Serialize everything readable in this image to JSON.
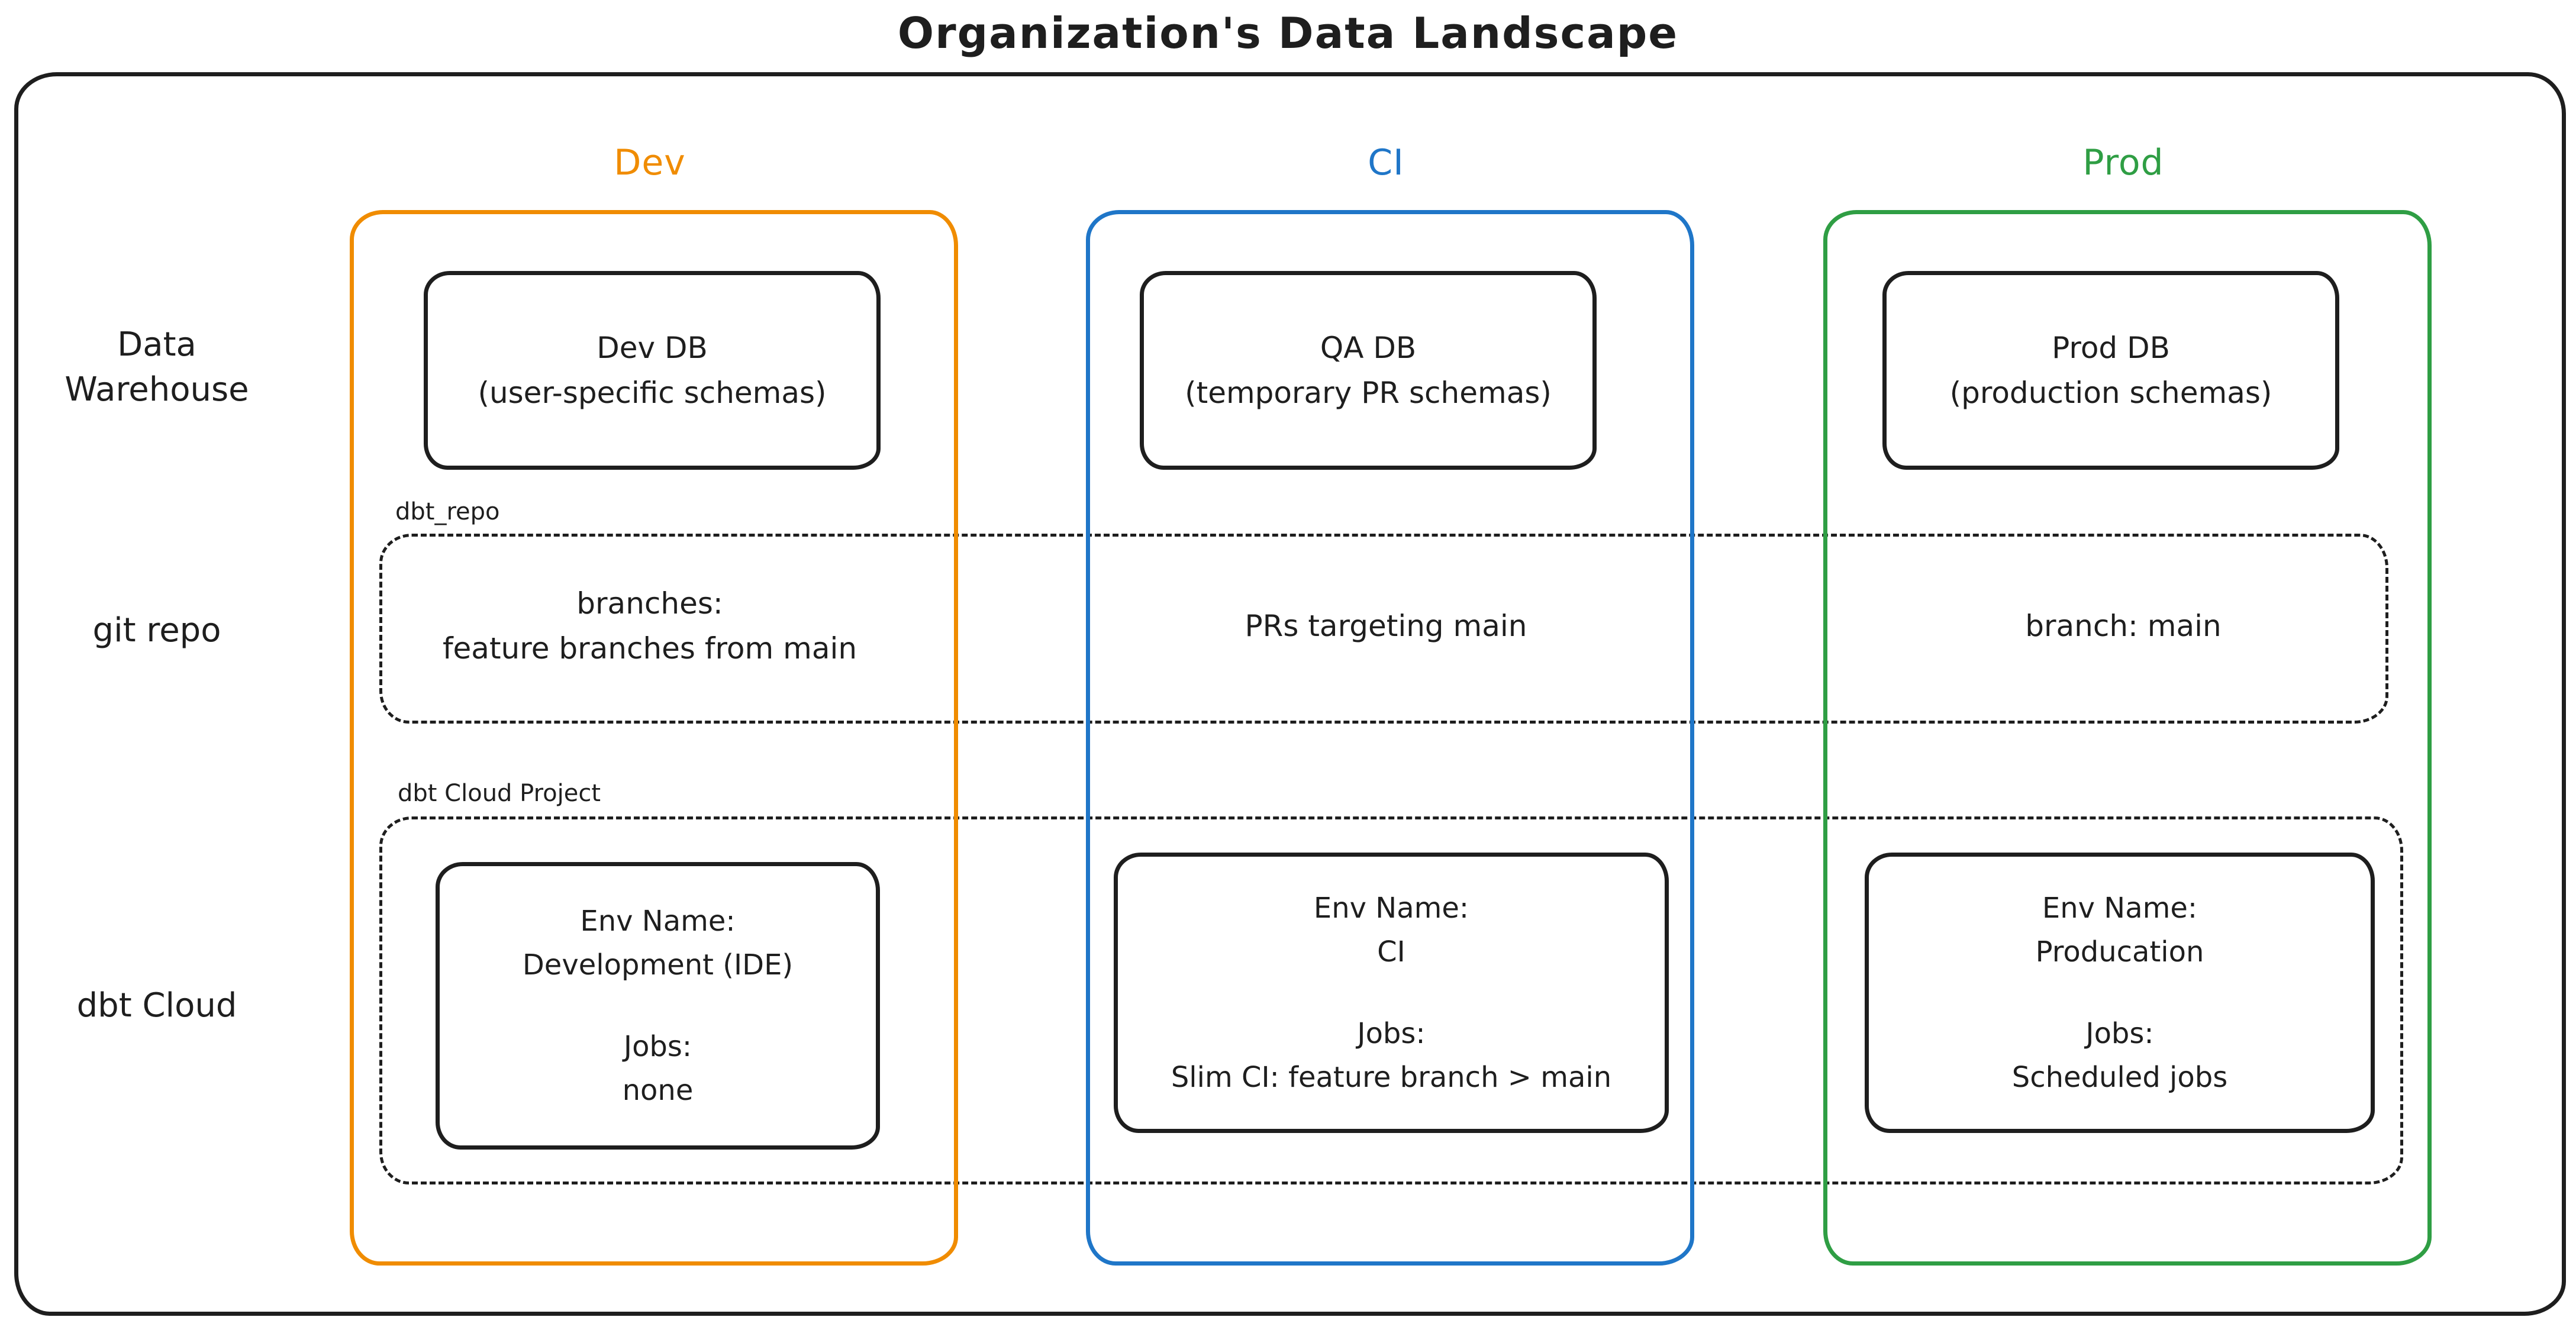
{
  "title": "Organization's Data Landscape",
  "colors": {
    "dev": "#f08c00",
    "ci": "#1f76c8",
    "prod": "#2f9e44",
    "stroke": "#1e1e1e"
  },
  "columns": [
    {
      "id": "dev",
      "label": "Dev"
    },
    {
      "id": "ci",
      "label": "CI"
    },
    {
      "id": "prod",
      "label": "Prod"
    }
  ],
  "rows": [
    {
      "id": "data-warehouse",
      "label": "Data Warehouse"
    },
    {
      "id": "git-repo",
      "label": "git repo"
    },
    {
      "id": "dbt-cloud",
      "label": "dbt Cloud"
    }
  ],
  "warehouse_boxes": [
    {
      "column": "Dev",
      "line1": "Dev DB",
      "line2": "(user-specific schemas)"
    },
    {
      "column": "CI",
      "line1": "QA DB",
      "line2": "(temporary PR schemas)"
    },
    {
      "column": "Prod",
      "line1": "Prod DB",
      "line2": "(production schemas)"
    }
  ],
  "git_repo_group": {
    "label": "dbt_repo",
    "cells": [
      {
        "column": "Dev",
        "lines": [
          "branches:",
          "feature branches from main"
        ]
      },
      {
        "column": "CI",
        "lines": [
          "PRs targeting main"
        ]
      },
      {
        "column": "Prod",
        "lines": [
          "branch: main"
        ]
      }
    ]
  },
  "dbt_cloud_group": {
    "label": "dbt Cloud Project",
    "envs": [
      {
        "column": "Dev",
        "env_label": "Env Name:",
        "env_name": "Development (IDE)",
        "jobs_label": "Jobs:",
        "jobs": "none"
      },
      {
        "column": "CI",
        "env_label": "Env Name:",
        "env_name": "CI",
        "jobs_label": "Jobs:",
        "jobs": "Slim CI: feature branch > main"
      },
      {
        "column": "Prod",
        "env_label": "Env Name:",
        "env_name": "Producation",
        "jobs_label": "Jobs:",
        "jobs": "Scheduled jobs"
      }
    ]
  }
}
